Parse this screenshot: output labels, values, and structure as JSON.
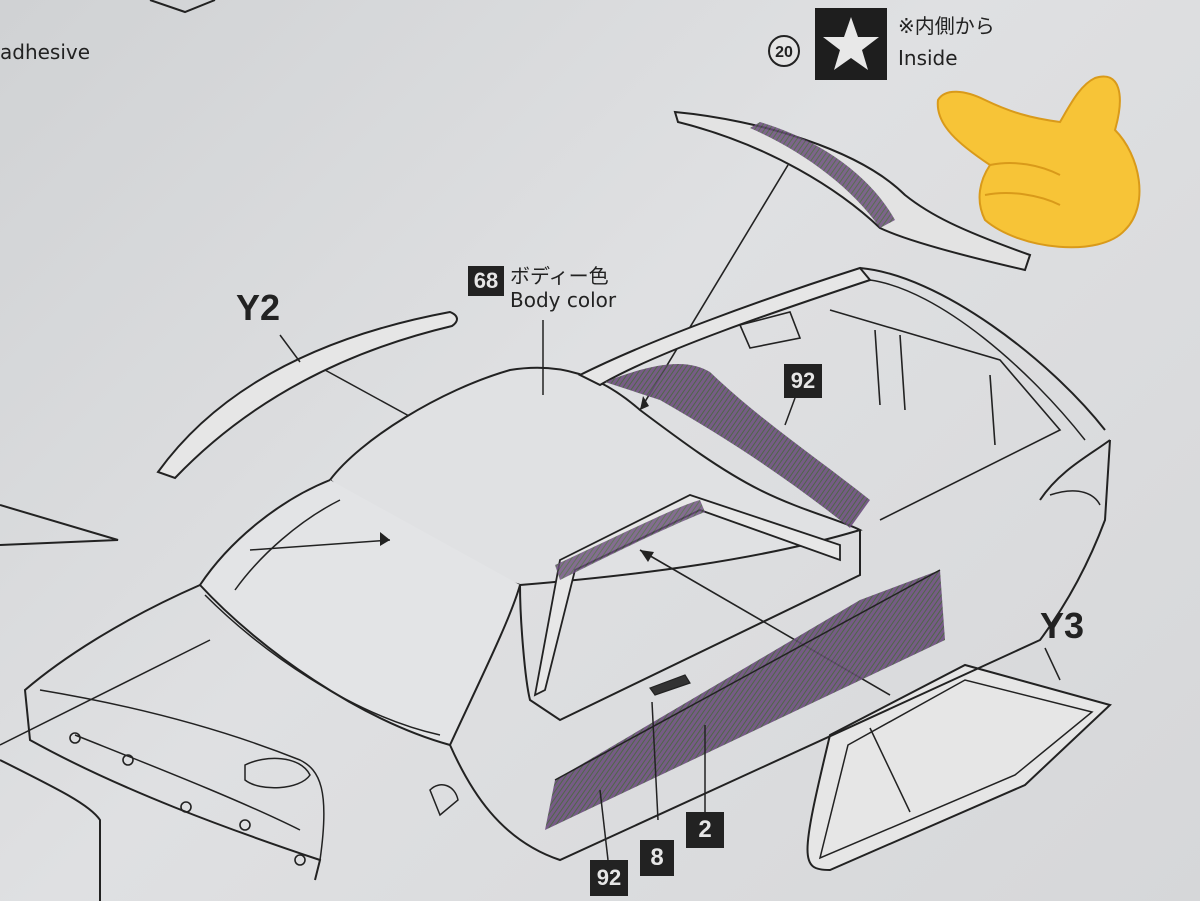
{
  "top_left_text": "adhesive",
  "inside_note": {
    "jp": "※内側から",
    "en": "Inside",
    "icon": "star-icon"
  },
  "part_y2": "Y2",
  "part_y3": "Y3",
  "paint_body": {
    "code": "68",
    "jp": "ボディー色",
    "en": "Body color"
  },
  "callout_20": "20",
  "paint_92_roof": "92",
  "paint_92_side": "92",
  "paint_8": "8",
  "paint_2": "2",
  "colors": {
    "ink": "#222222",
    "stripe_purple": "#5b3f6e",
    "stripe_green": "#4f6a43",
    "emoji": "#f7c437"
  },
  "emoji": "pointing-hand-emoji"
}
